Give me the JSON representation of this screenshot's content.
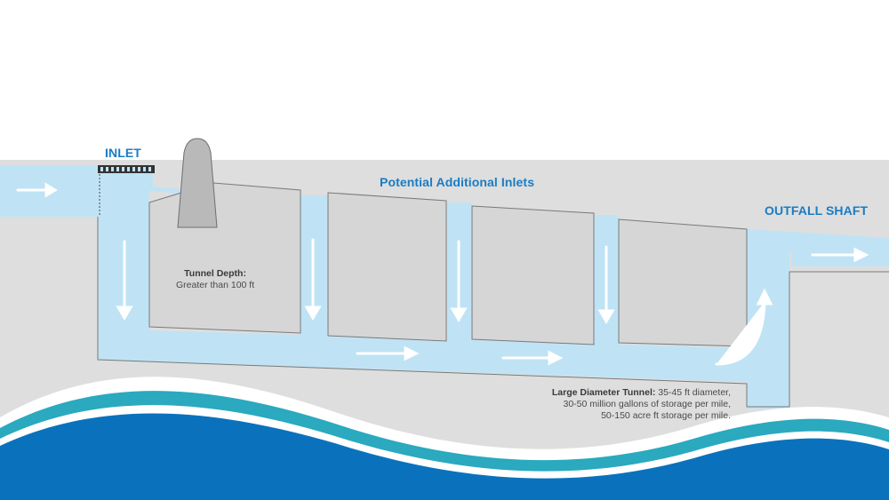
{
  "colors": {
    "water": "#bfe3f5",
    "ground": "#dedede",
    "block": "#d6d6d6",
    "block_stroke": "#7a7a7a",
    "label_blue": "#1a7cc4",
    "wave_teal": "#2aa9bf",
    "wave_blue": "#0a72bd",
    "arrow": "#ffffff"
  },
  "labels": {
    "inlet": "INLET",
    "additional_inlets": "Potential Additional Inlets",
    "outfall_shaft": "OUTFALL SHAFT",
    "tunnel_depth_title": "Tunnel Depth:",
    "tunnel_depth_value": "Greater than 100 ft",
    "tunnel_title": "Large Diameter Tunnel:",
    "tunnel_line1": " 35-45 ft diameter,",
    "tunnel_line2": "30-50 million gallons of storage per mile,",
    "tunnel_line3": "50-150 acre ft storage per mile."
  },
  "icons": {
    "inlet_grate": "grate-icon",
    "flow_arrow": "arrow-icon"
  }
}
